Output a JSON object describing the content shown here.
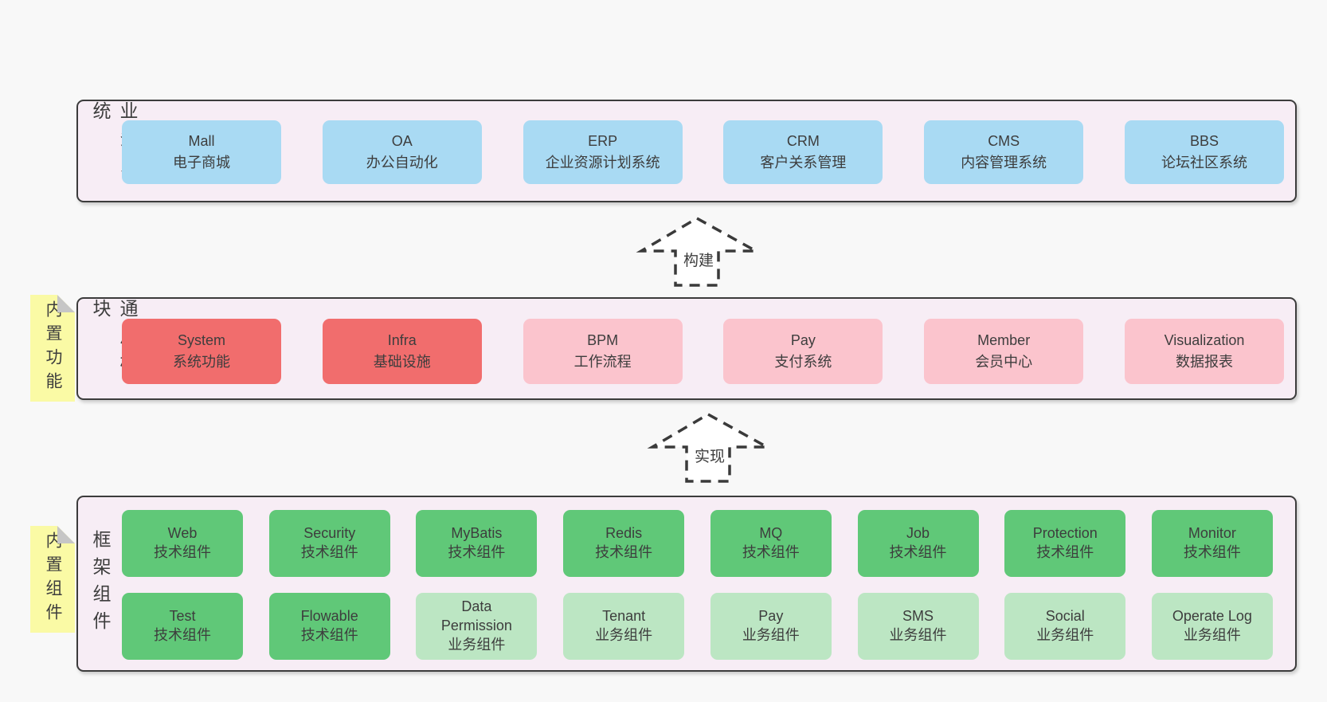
{
  "colors": {
    "page_bg": "#f8f8f8",
    "panel_bg": "#f7edf5",
    "panel_border": "#3c3c3c",
    "blue_box": "#a9daf3",
    "red_box": "#f16d6d",
    "pink_box": "#fbc4cd",
    "green_box": "#60c878",
    "light_green_box": "#bce6c3",
    "sticky_yellow": "#fafaa5",
    "text": "#3d3d3d"
  },
  "sections": {
    "business": {
      "label": "业务系统",
      "items": [
        {
          "name": "Mall",
          "desc": "电子商城"
        },
        {
          "name": "OA",
          "desc": "办公自动化"
        },
        {
          "name": "ERP",
          "desc": "企业资源计划系统"
        },
        {
          "name": "CRM",
          "desc": "客户关系管理"
        },
        {
          "name": "CMS",
          "desc": "内容管理系统"
        },
        {
          "name": "BBS",
          "desc": "论坛社区系统"
        }
      ]
    },
    "arrow_build": {
      "label": "构建"
    },
    "common": {
      "label": "通用模块",
      "sticky": "内置功能",
      "items": [
        {
          "name": "System",
          "desc": "系统功能",
          "variant": "red"
        },
        {
          "name": "Infra",
          "desc": "基础设施",
          "variant": "red"
        },
        {
          "name": "BPM",
          "desc": "工作流程",
          "variant": "pink"
        },
        {
          "name": "Pay",
          "desc": "支付系统",
          "variant": "pink"
        },
        {
          "name": "Member",
          "desc": "会员中心",
          "variant": "pink"
        },
        {
          "name": "Visualization",
          "desc": "数据报表",
          "variant": "pink"
        }
      ]
    },
    "arrow_implement": {
      "label": "实现"
    },
    "framework": {
      "label": "框架组件",
      "sticky": "内置组件",
      "row1": [
        {
          "name": "Web",
          "desc": "技术组件",
          "variant": "green"
        },
        {
          "name": "Security",
          "desc": "技术组件",
          "variant": "green"
        },
        {
          "name": "MyBatis",
          "desc": "技术组件",
          "variant": "green"
        },
        {
          "name": "Redis",
          "desc": "技术组件",
          "variant": "green"
        },
        {
          "name": "MQ",
          "desc": "技术组件",
          "variant": "green"
        },
        {
          "name": "Job",
          "desc": "技术组件",
          "variant": "green"
        },
        {
          "name": "Protection",
          "desc": "技术组件",
          "variant": "green"
        },
        {
          "name": "Monitor",
          "desc": "技术组件",
          "variant": "green"
        }
      ],
      "row2": [
        {
          "name": "Test",
          "desc": "技术组件",
          "variant": "green"
        },
        {
          "name": "Flowable",
          "desc": "技术组件",
          "variant": "green"
        },
        {
          "name": "Data Permission",
          "desc": "业务组件",
          "variant": "lightgreen"
        },
        {
          "name": "Tenant",
          "desc": "业务组件",
          "variant": "lightgreen"
        },
        {
          "name": "Pay",
          "desc": "业务组件",
          "variant": "lightgreen"
        },
        {
          "name": "SMS",
          "desc": "业务组件",
          "variant": "lightgreen"
        },
        {
          "name": "Social",
          "desc": "业务组件",
          "variant": "lightgreen"
        },
        {
          "name": "Operate Log",
          "desc": "业务组件",
          "variant": "lightgreen"
        }
      ]
    }
  }
}
